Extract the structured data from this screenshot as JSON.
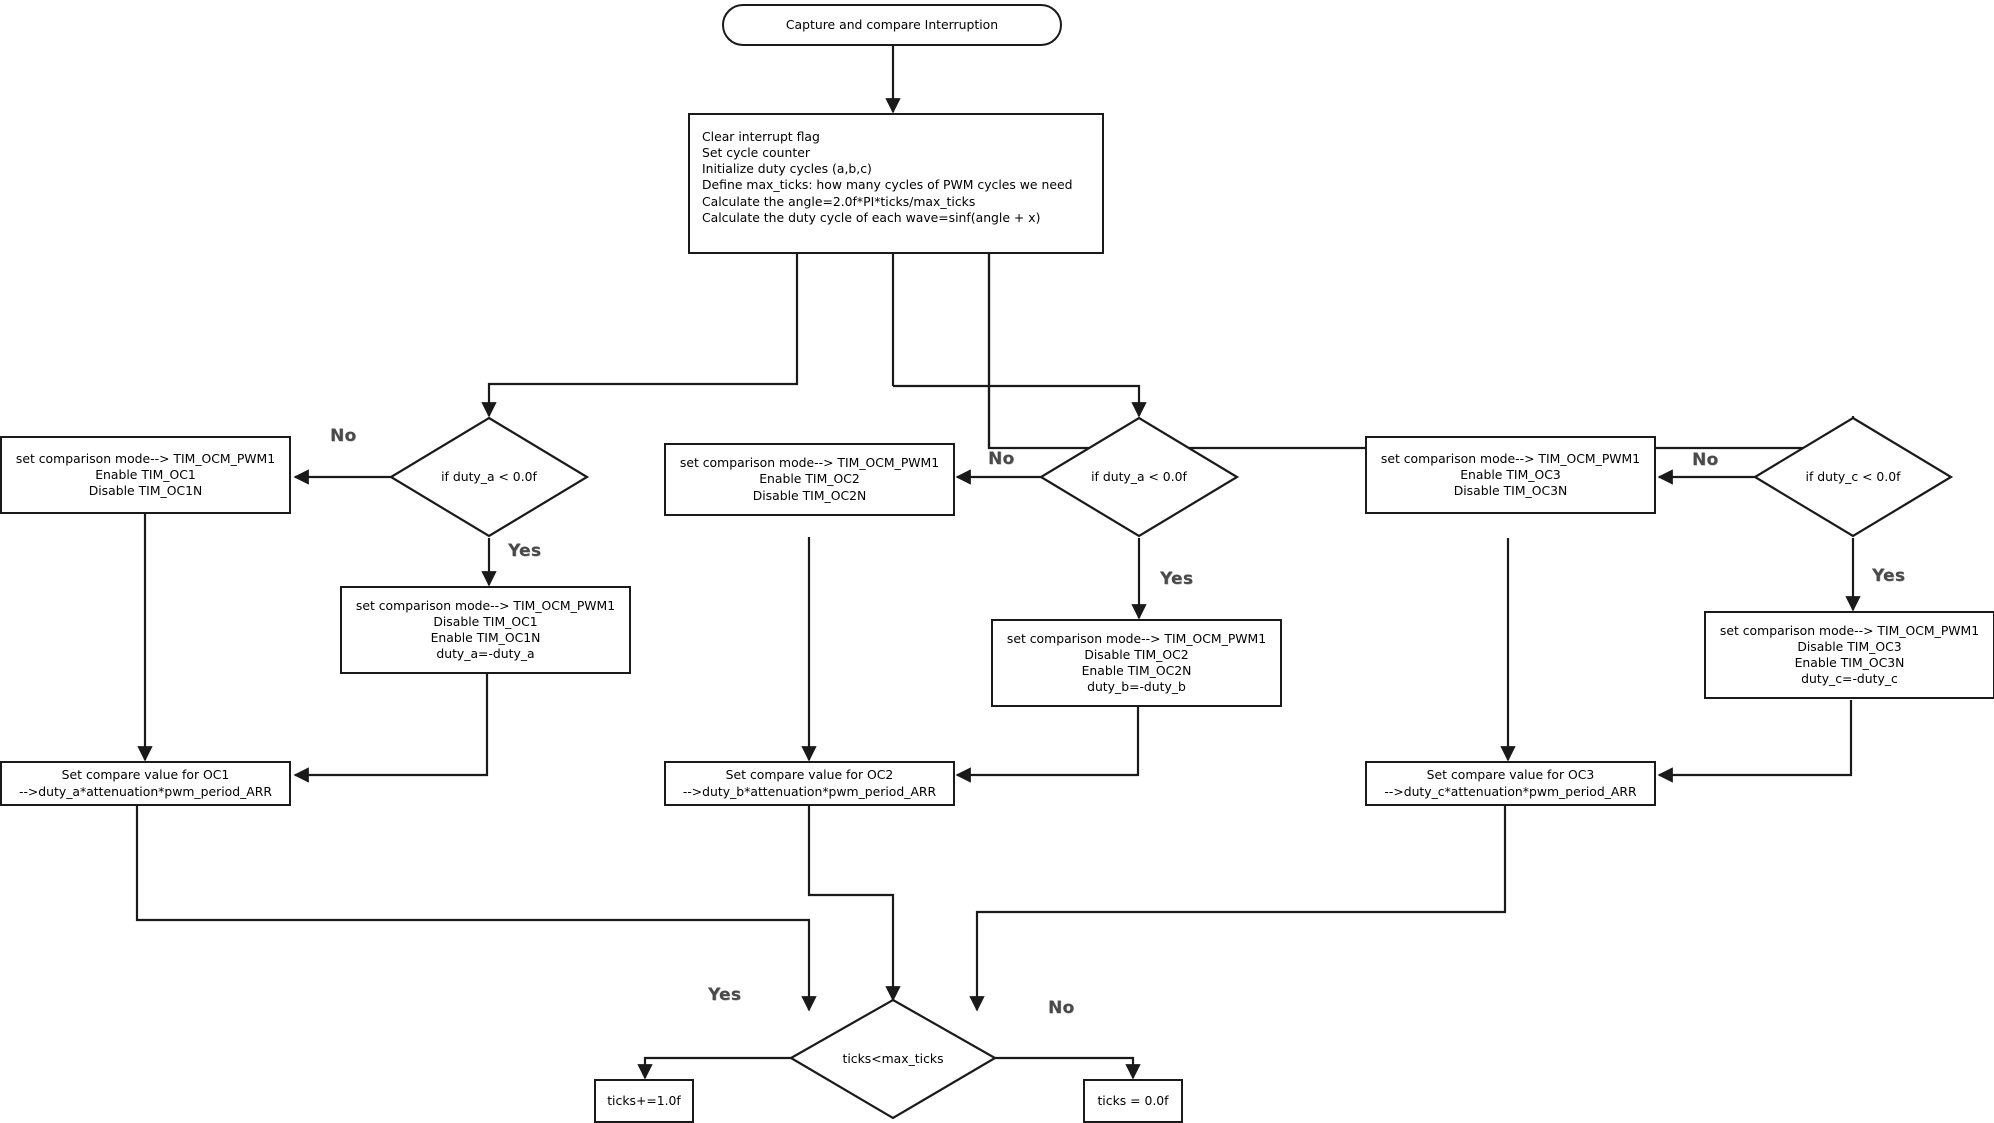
{
  "diagram": {
    "title": "Capture and compare Interruption flowchart",
    "colors": {
      "stroke": "#1a1a1a",
      "background": "#ffffff",
      "label_text": "#4a4a4a"
    }
  },
  "nodes": {
    "start": {
      "type": "terminator",
      "label": "Capture and compare Interruption"
    },
    "init": {
      "type": "process",
      "label": "Clear interrupt flag\nSet cycle counter\nInitialize duty cycles (a,b,c)\nDefine max_ticks: how many cycles of PWM cycles we need\nCalculate the angle=2.0f*PI*ticks/max_ticks\n Calculate the duty cycle of each wave=sinf(angle + x)"
    },
    "dec_a": {
      "type": "decision",
      "label": "if duty_a < 0.0f"
    },
    "dec_b": {
      "type": "decision",
      "label": "if duty_a < 0.0f"
    },
    "dec_c": {
      "type": "decision",
      "label": "if duty_c < 0.0f"
    },
    "a_no": {
      "type": "process",
      "label": "set comparison mode--> TIM_OCM_PWM1\nEnable TIM_OC1\nDisable TIM_OC1N"
    },
    "a_yes": {
      "type": "process",
      "label": "set comparison mode--> TIM_OCM_PWM1\nDisable TIM_OC1\nEnable TIM_OC1N\nduty_a=-duty_a"
    },
    "b_no": {
      "type": "process",
      "label": "set comparison mode--> TIM_OCM_PWM1\nEnable TIM_OC2\nDisable TIM_OC2N"
    },
    "b_yes": {
      "type": "process",
      "label": "set comparison mode--> TIM_OCM_PWM1\nDisable TIM_OC2\nEnable TIM_OC2N\nduty_b=-duty_b"
    },
    "c_no": {
      "type": "process",
      "label": "set comparison mode--> TIM_OCM_PWM1\nEnable TIM_OC3\nDisable TIM_OC3N"
    },
    "c_yes": {
      "type": "process",
      "label": "set comparison mode--> TIM_OCM_PWM1\nDisable TIM_OC3\nEnable TIM_OC3N\nduty_c=-duty_c"
    },
    "set_oc1": {
      "type": "process",
      "label": "Set compare value for OC1\n-->duty_a*attenuation*pwm_period_ARR"
    },
    "set_oc2": {
      "type": "process",
      "label": "Set compare value for OC2\n-->duty_b*attenuation*pwm_period_ARR"
    },
    "set_oc3": {
      "type": "process",
      "label": "Set compare value for OC3\n-->duty_c*attenuation*pwm_period_ARR"
    },
    "dec_ticks": {
      "type": "decision",
      "label": "ticks<max_ticks"
    },
    "ticks_inc": {
      "type": "process",
      "label": "ticks+=1.0f"
    },
    "ticks_reset": {
      "type": "process",
      "label": "ticks = 0.0f"
    }
  },
  "edge_labels": {
    "a_no": "No",
    "a_yes": "Yes",
    "b_no": "No",
    "b_yes": "Yes",
    "c_no": "No",
    "c_yes": "Yes",
    "ticks_yes": "Yes",
    "ticks_no": "No"
  }
}
